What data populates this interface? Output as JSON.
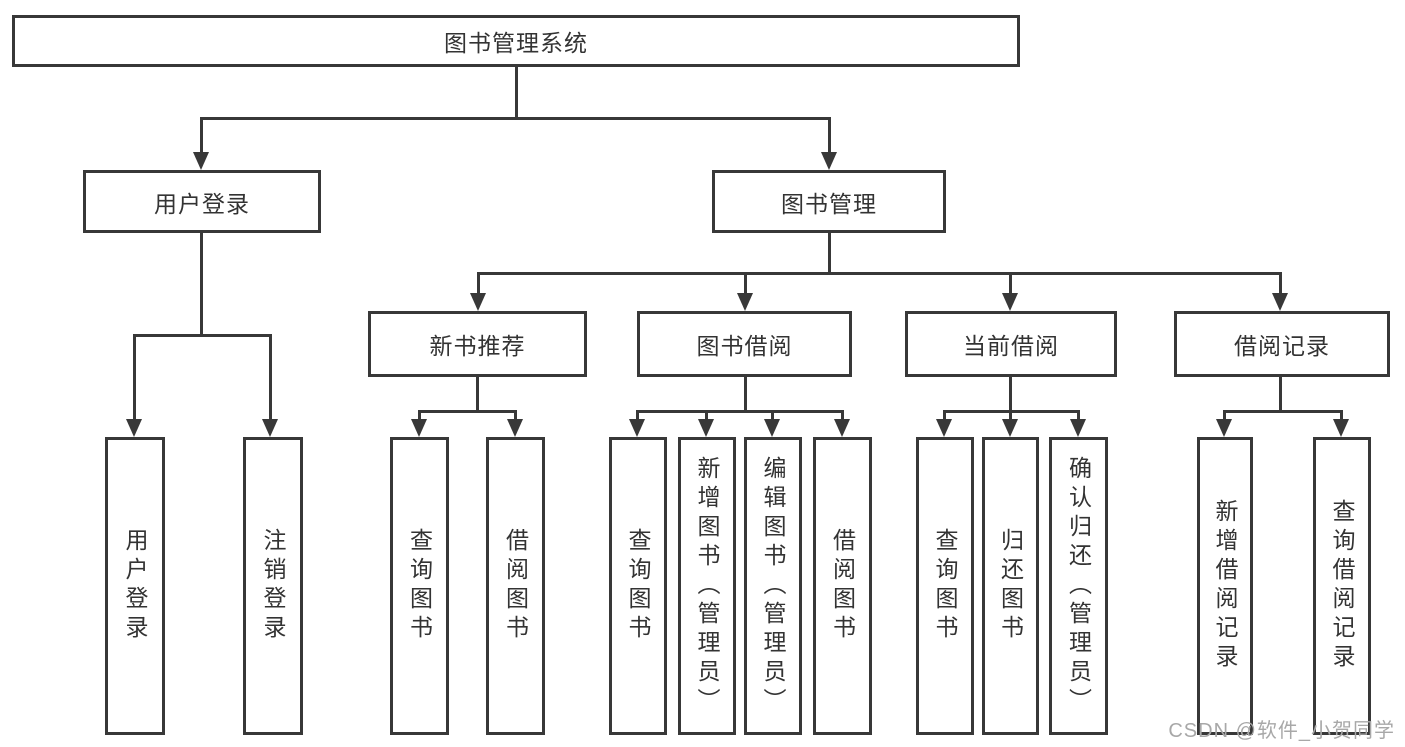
{
  "diagram": {
    "root": "图书管理系统",
    "user_login": {
      "label": "用户登录",
      "children": [
        "用户登录",
        "注销登录"
      ]
    },
    "book_management": {
      "label": "图书管理",
      "sections": [
        {
          "label": "新书推荐",
          "children": [
            "查询图书",
            "借阅图书"
          ]
        },
        {
          "label": "图书借阅",
          "children": [
            "查询图书",
            "新增图书（管理员）",
            "编辑图书（管理员）",
            "借阅图书"
          ]
        },
        {
          "label": "当前借阅",
          "children": [
            "查询图书",
            "归还图书",
            "确认归还（管理员）"
          ]
        },
        {
          "label": "借阅记录",
          "children": [
            "新增借阅记录",
            "查询借阅记录"
          ]
        }
      ]
    }
  },
  "watermark": "CSDN @软件_小贺同学",
  "colors": {
    "line": "#383838",
    "text": "#333333",
    "watermark_text": "#a8a8a8",
    "background": "#ffffff"
  }
}
